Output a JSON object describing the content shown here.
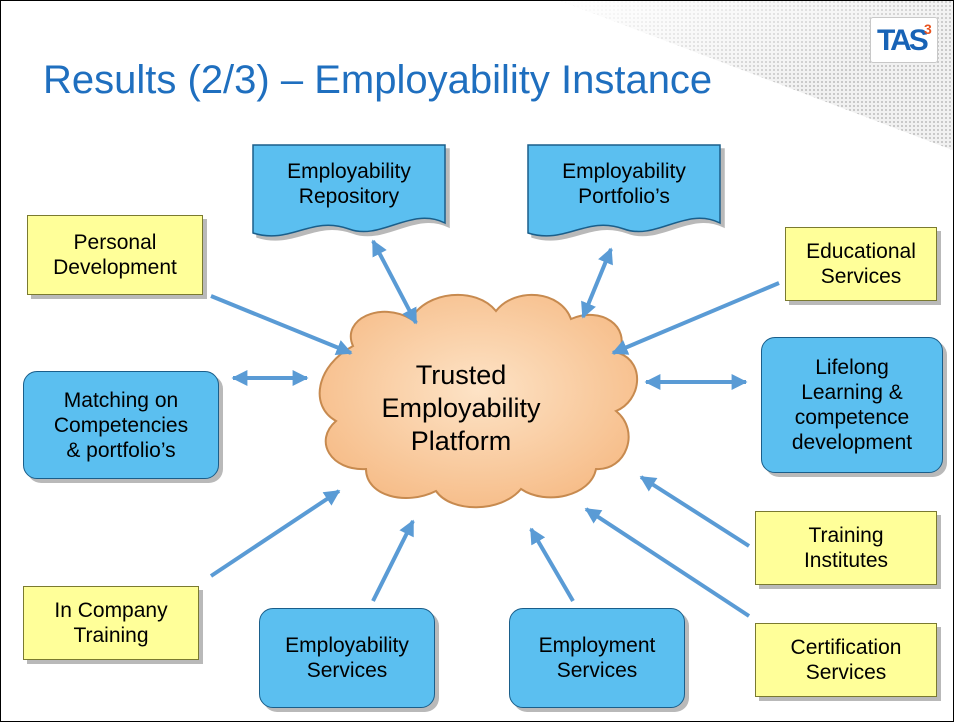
{
  "slide": {
    "title": "Results (2/3) – Employability Instance",
    "logo_text": "TAS",
    "logo_superscript": "3"
  },
  "center": {
    "label": "Trusted\nEmployability\nPlatform"
  },
  "nodes": {
    "personal_development": "Personal\nDevelopment",
    "matching": "Matching on\nCompetencies\n& portfolio’s",
    "in_company_training": "In Company\nTraining",
    "employability_repository": "Employability\nRepository",
    "employability_portfolios": "Employability\nPortfolio’s",
    "educational_services": "Educational\nServices",
    "lifelong_learning": "Lifelong\nLearning &\ncompetence\ndevelopment",
    "training_institutes": "Training\nInstitutes",
    "certification_services": "Certification\nServices",
    "employability_services": "Employability\nServices",
    "employment_services": "Employment\nServices"
  },
  "colors": {
    "title": "#1f6fbf",
    "yellow_box": "#ffff99",
    "blue_box": "#5bbff0",
    "cloud": "#f8c898",
    "arrow": "#5a9bd5"
  }
}
